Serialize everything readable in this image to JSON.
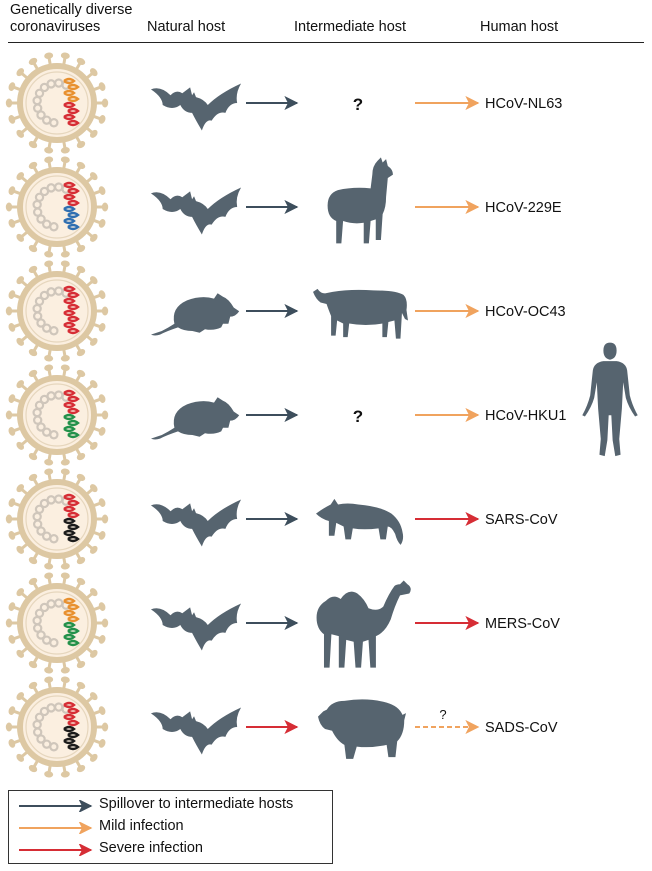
{
  "headers": {
    "col1": "Genetically diverse coronaviruses",
    "col2": "Natural host",
    "col3": "Intermediate host",
    "col4": "Human host"
  },
  "colors": {
    "spillover": "#3d4e5c",
    "mild": "#f0a35e",
    "severe": "#d62d35",
    "silhouette": "#56646f",
    "virus_shell": "#ddc8a3",
    "virus_inner": "#fbefe0",
    "rna_tan": "#cfc6bb"
  },
  "rows": [
    {
      "virus": "HCoV-NL63",
      "natural_host": "bat-icon",
      "intermediate_host": "?",
      "to_intermediate": "spillover",
      "to_human": "mild",
      "to_human_uncertain": false,
      "gene_colors": [
        "#e8902f",
        "#d62d35"
      ]
    },
    {
      "virus": "HCoV-229E",
      "natural_host": "bat-icon",
      "intermediate_host": "alpaca-icon",
      "to_intermediate": "spillover",
      "to_human": "mild",
      "to_human_uncertain": false,
      "gene_colors": [
        "#d62d35",
        "#2f6fb1"
      ]
    },
    {
      "virus": "HCoV-OC43",
      "natural_host": "rodent-icon",
      "intermediate_host": "cattle-icon",
      "to_intermediate": "spillover",
      "to_human": "mild",
      "to_human_uncertain": false,
      "gene_colors": [
        "#d62d35",
        "#d62d35"
      ]
    },
    {
      "virus": "HCoV-HKU1",
      "natural_host": "rodent-icon",
      "intermediate_host": "?",
      "to_intermediate": "spillover",
      "to_human": "mild",
      "to_human_uncertain": false,
      "gene_colors": [
        "#d62d35",
        "#23914a"
      ]
    },
    {
      "virus": "SARS-CoV",
      "natural_host": "bat-icon",
      "intermediate_host": "civet-icon",
      "to_intermediate": "spillover",
      "to_human": "severe",
      "to_human_uncertain": false,
      "gene_colors": [
        "#d62d35",
        "#1b1b1b"
      ]
    },
    {
      "virus": "MERS-CoV",
      "natural_host": "bat-icon",
      "intermediate_host": "camel-icon",
      "to_intermediate": "spillover",
      "to_human": "severe",
      "to_human_uncertain": false,
      "gene_colors": [
        "#e8902f",
        "#23914a"
      ]
    },
    {
      "virus": "SADS-CoV",
      "natural_host": "bat-icon",
      "intermediate_host": "pig-icon",
      "to_intermediate": "severe",
      "to_human": "mild",
      "to_human_uncertain": true,
      "uncertain_label": "?",
      "gene_colors": [
        "#d62d35",
        "#1b1b1b"
      ]
    }
  ],
  "human_host": "human-icon",
  "legend": [
    {
      "style": "spillover",
      "label": "Spillover to intermediate hosts"
    },
    {
      "style": "mild",
      "label": "Mild infection"
    },
    {
      "style": "severe",
      "label": "Severe infection"
    }
  ]
}
